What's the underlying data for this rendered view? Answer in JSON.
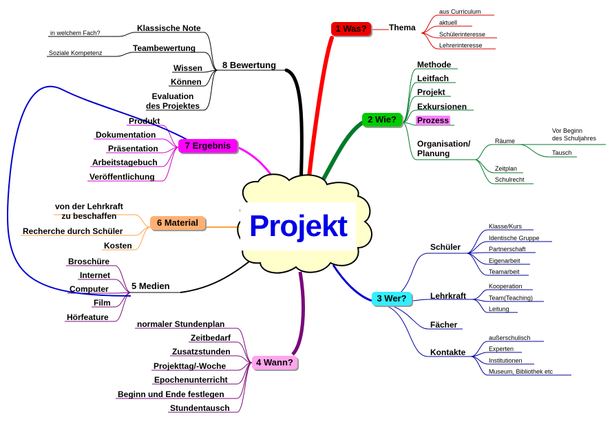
{
  "center": {
    "title": "Projekt"
  },
  "colors": {
    "was": "#ff0000",
    "wie": "#00cc00",
    "wer": "#33eeff",
    "wann": "#ffa6ee",
    "medien": "#000000",
    "material": "#ffb073",
    "ergebnis": "#ff00ff",
    "bewertung": "#000000",
    "cloud_fill": "#ffffcc",
    "title_text": "#0000e6",
    "arrow": "#0000cc"
  },
  "branches": {
    "was": {
      "title": "1 Was?",
      "sub": "Thema",
      "items": [
        "aus Curriculum",
        "aktuell",
        "Schülerinteresse",
        "Lehrerinteresse"
      ]
    },
    "wie": {
      "title": "2 Wie?",
      "items": [
        "Methode",
        "Leitfach",
        "Projekt",
        "Exkursionen",
        "Prozess"
      ],
      "org": "Organisation/\nPlanung",
      "raeume": "Räume",
      "raeume_items": [
        "Vor Beginn\ndes Schuljahres",
        "Tausch"
      ],
      "zeitplan": "Zeitplan",
      "schulrecht": "Schulrecht"
    },
    "wer": {
      "title": "3 Wer?",
      "schueler": "Schüler",
      "schueler_items": [
        "Klasse/Kurs",
        "Identische Gruppe",
        "Partnerschaft",
        "Eigenarbeit",
        "Teamarbeit"
      ],
      "lehrkraft": "Lehrkraft",
      "lehrkraft_items": [
        "Kooperation",
        "Team(Teaching)",
        "Leitung"
      ],
      "faecher": "Fächer",
      "kontakte": "Kontakte",
      "kontakte_items": [
        "außerschulisch",
        "Experten",
        "Institutionen",
        "Museum, Bibliothek etc"
      ]
    },
    "wann": {
      "title": "4 Wann?",
      "items": [
        "normaler Stundenplan",
        "Zeitbedarf",
        "Zusatzstunden",
        "Projekttag/-Woche",
        "Epochenunterricht",
        "Beginn und Ende festlegen",
        "Stundentausch"
      ]
    },
    "medien": {
      "title": "5 Medien",
      "items": [
        "Broschüre",
        "Internet",
        "Computer",
        "Film",
        "Hörfeature"
      ]
    },
    "material": {
      "title": "6 Material",
      "items": [
        "von der Lehrkraft\nzu beschaffen",
        "Recherche durch Schüler",
        "Kosten"
      ]
    },
    "ergebnis": {
      "title": "7 Ergebnis",
      "items": [
        "Produkt",
        "Dokumentation",
        "Präsentation",
        "Arbeitstagebuch",
        "Veröffentlichung"
      ]
    },
    "bewertung": {
      "title": "8 Bewertung",
      "klassische": "Klassische Note",
      "klassische_sub": "in welchem Fach?",
      "team": "Teambewertung",
      "team_sub": "Soziale Kompetenz",
      "items": [
        "Wissen",
        "Können",
        "Evaluation\ndes Projektes"
      ]
    }
  }
}
